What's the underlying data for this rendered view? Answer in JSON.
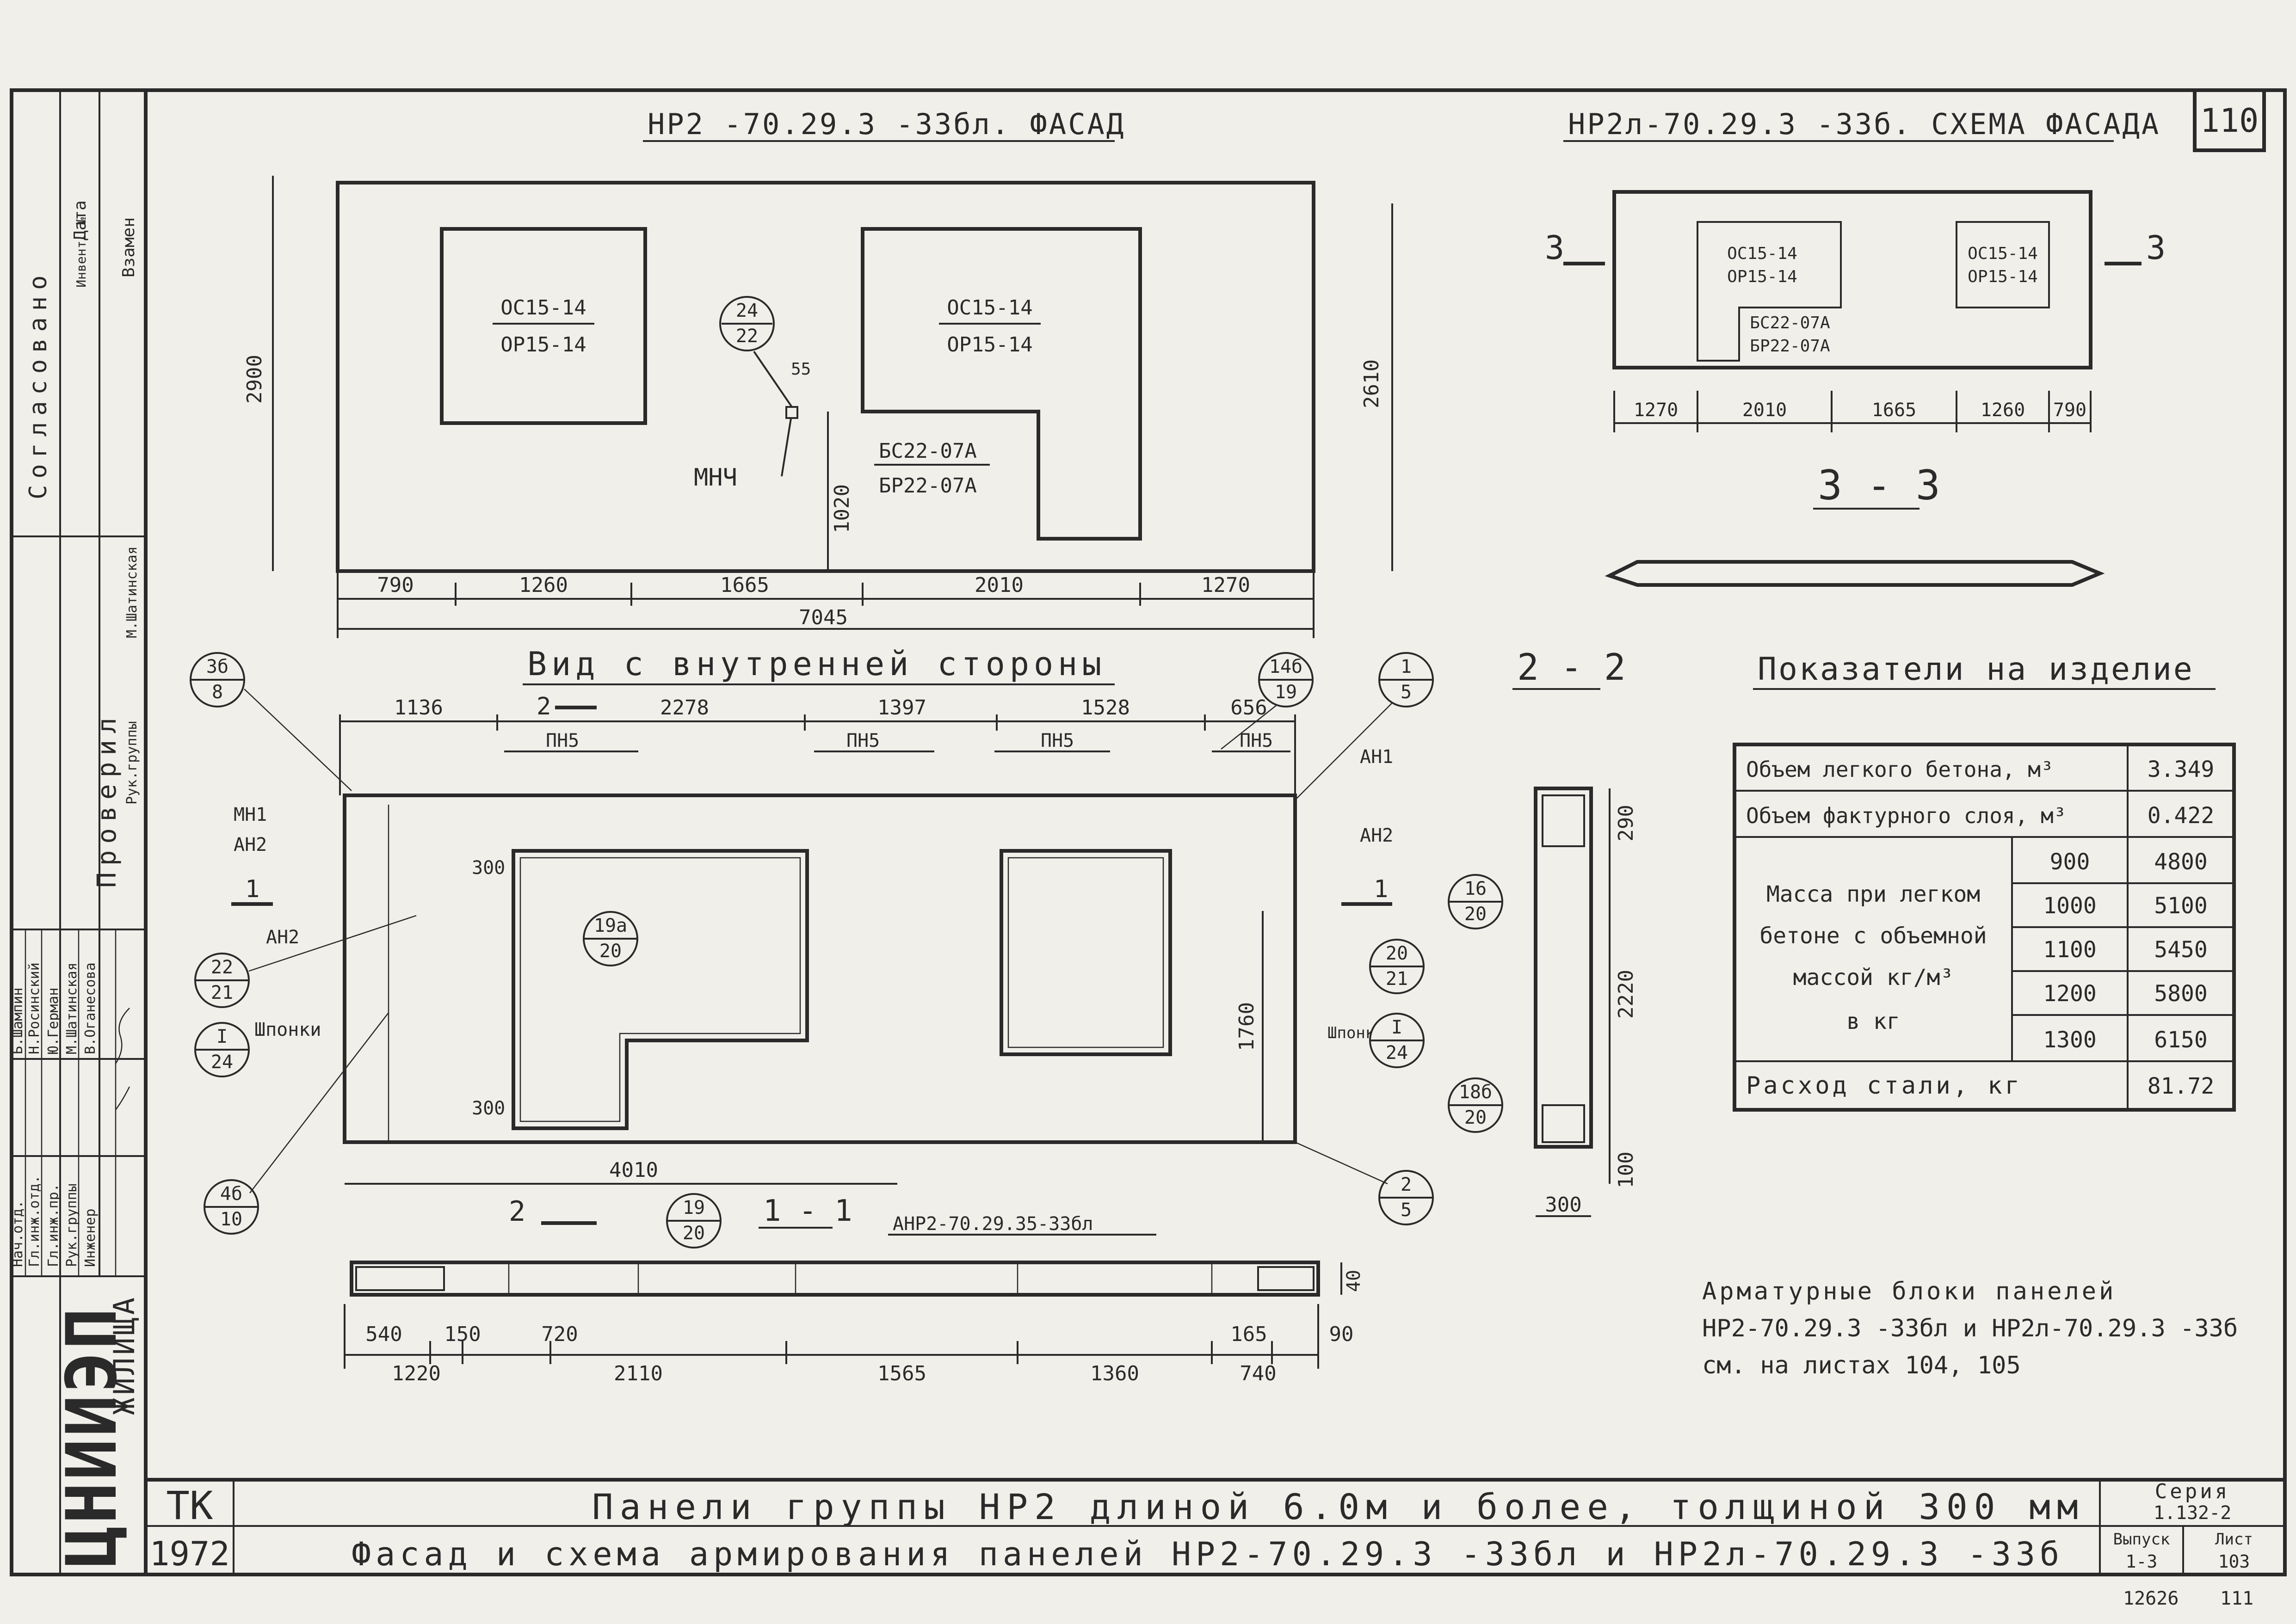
{
  "sheet_no": "110",
  "facade": {
    "title": "НР2 -70.29.3 -33бл. ФАСАД",
    "win1_a": "ОС15-14",
    "win1_b": "ОР15-14",
    "win2_a": "ОС15-14",
    "win2_b": "ОР15-14",
    "door_a": "БС22-07А",
    "door_b": "БР22-07А",
    "mark_a": "24",
    "mark_b": "22",
    "mnch": "МНЧ",
    "d55": "55",
    "d1020": "1020",
    "d2900": "2900",
    "d2610": "2610",
    "dims": [
      "790",
      "1260",
      "1665",
      "2010",
      "1270"
    ],
    "total": "7045"
  },
  "scheme": {
    "title": "НР2л-70.29.3 -33б. СХЕМА ФАСАДА",
    "w1a": "ОС15-14",
    "w1b": "ОР15-14",
    "w2a": "ОС15-14",
    "w2b": "ОР15-14",
    "da": "БС22-07А",
    "db": "БР22-07А",
    "dims": [
      "1270",
      "2010",
      "1665",
      "1260",
      "790"
    ],
    "cut": "3"
  },
  "section33": {
    "title": "3 - 3"
  },
  "section22": {
    "title": "2 - 2",
    "d290": "290",
    "d2220": "2220",
    "d100": "100",
    "d300": "300"
  },
  "inner": {
    "title": "Вид с внутренней стороны",
    "top_dims": [
      "1136",
      "2278",
      "1397",
      "1528",
      "656"
    ],
    "pn": [
      "ПН5",
      "ПН5",
      "ПН5",
      "ПН5"
    ],
    "mn1": "МН1",
    "an2a": "АН2",
    "an2b": "АН2",
    "an1": "АН1",
    "an2c": "АН2",
    "shponki": "Шпонки",
    "shponka": "Шпонка",
    "d300a": "300",
    "d300b": "300",
    "d1760": "1760",
    "d4010": "4010",
    "cut2": "2",
    "cut1": "1"
  },
  "callouts": [
    {
      "t": "3б",
      "b": "8"
    },
    {
      "t": "14б",
      "b": "19"
    },
    {
      "t": "1",
      "b": "5"
    },
    {
      "t": "19а",
      "b": "20"
    },
    {
      "t": "22",
      "b": "21"
    },
    {
      "t": "I",
      "b": "24"
    },
    {
      "t": "16",
      "b": "20"
    },
    {
      "t": "20",
      "b": "21"
    },
    {
      "t": "I",
      "b": "24"
    },
    {
      "t": "18б",
      "b": "20"
    },
    {
      "t": "2",
      "b": "5"
    },
    {
      "t": "4б",
      "b": "10"
    },
    {
      "t": "19",
      "b": "20"
    }
  ],
  "section11": {
    "title": "1 - 1",
    "anr": "АНР2-70.29.35-33бл",
    "dims_top": [
      "540",
      "150",
      "720",
      "165",
      "90"
    ],
    "dims_bot": [
      "1220",
      "2110",
      "1565",
      "1360",
      "740"
    ],
    "d40": "40"
  },
  "indicators": {
    "title": "Показатели на изделие",
    "rows": [
      {
        "label": "Объем легкого бетона, м³",
        "value": "3.349"
      },
      {
        "label": "Объем фактурного слоя, м³",
        "value": "0.422"
      }
    ],
    "mass_label": [
      "Масса при легком",
      "бетоне с объемной",
      "массой кг/м³",
      "в кг"
    ],
    "mass": [
      {
        "d": "900",
        "m": "4800"
      },
      {
        "d": "1000",
        "m": "5100"
      },
      {
        "d": "1100",
        "m": "5450"
      },
      {
        "d": "1200",
        "m": "5800"
      },
      {
        "d": "1300",
        "m": "6150"
      }
    ],
    "steel_label": "Расход стали, кг",
    "steel": "81.72"
  },
  "note": [
    "Арматурные блоки панелей",
    "НР2-70.29.3 -33бл и НР2л-70.29.3 -33б",
    "см. на листах 104, 105"
  ],
  "title_block": {
    "tk": "ТК",
    "year": "1972",
    "line1": "Панели группы НР2 длиной 6.0м и более, толщиной 300 мм",
    "line2": "Фасад и схема армирования панелей НР2-70.29.3 -33бл и НР2л-70.29.3 -33б",
    "seria_l": "Серия",
    "seria": "1.132-2",
    "vyp_l": "Выпуск",
    "vyp": "1-3",
    "list_l": "Лист",
    "list": "103",
    "bottom_a": "12626",
    "bottom_b": "111"
  },
  "sidebar": {
    "soglas": "Согласовано",
    "proveril": "Проверил",
    "dept": "ЖИЛИЩА",
    "logo": "ЦНИИЭП",
    "hdr": [
      "Дата",
      "Инвент. №",
      "Взамен"
    ],
    "roles": [
      "Нач.отд.",
      "Гл.инж.отд.",
      "Гл.инж.пр.",
      "Рук.группы",
      "Инженер"
    ],
    "names": [
      "Б.Шампин",
      "Н.Росинский",
      "Ю.Герман",
      "М.Шатинская",
      "В.Оганесова"
    ],
    "prov_names": [
      "Рук.группы",
      "М.Шатинская"
    ]
  }
}
